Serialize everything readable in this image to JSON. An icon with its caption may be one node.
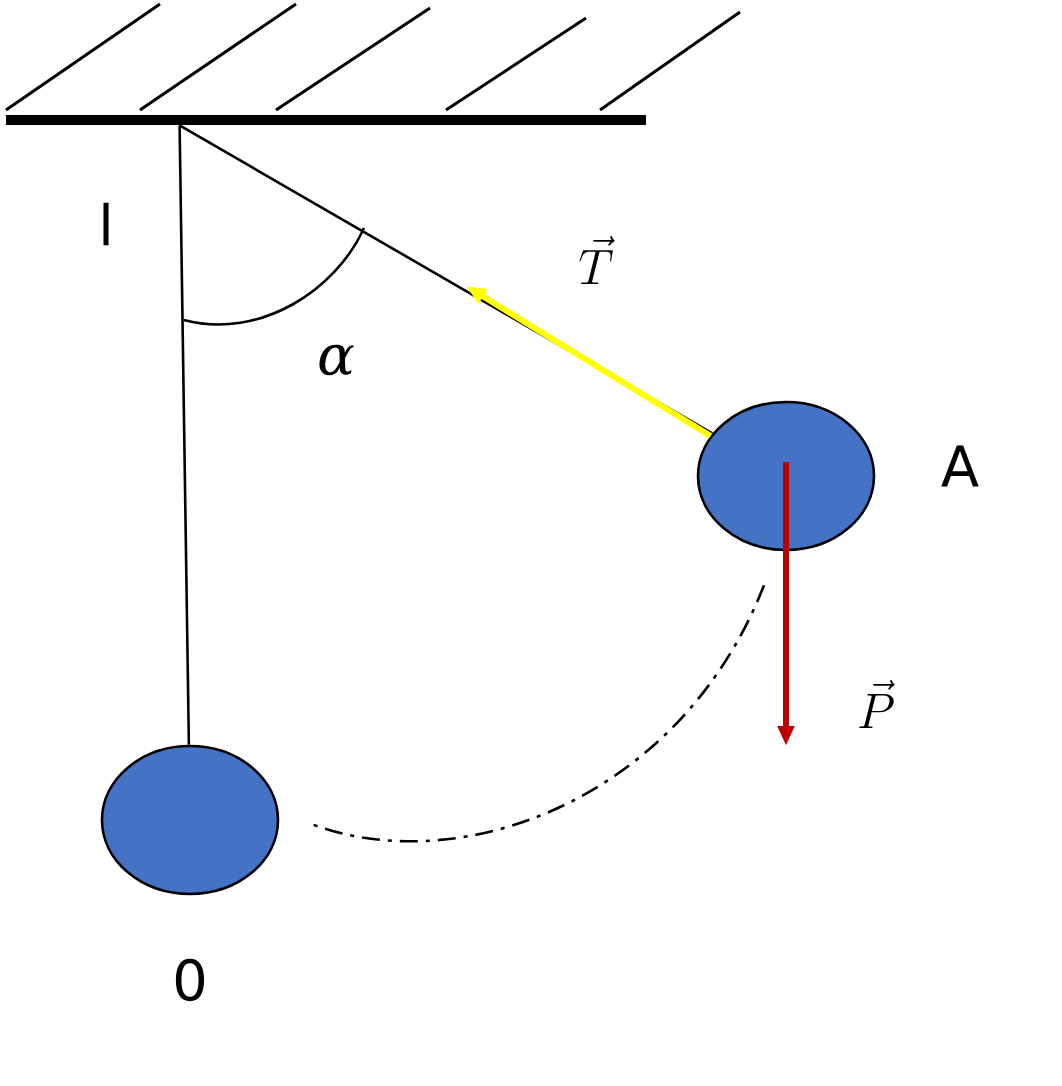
{
  "diagram": {
    "nodes": [
      {
        "text": [],
        "shape": "bar"
      },
      {
        "text": [],
        "shape": "circle",
        "beside": [
          "0"
        ]
      },
      {
        "text": [],
        "shape": "circle",
        "beside": [
          "A"
        ]
      }
    ],
    "edges": [
      {
        "from": 0,
        "to": 1,
        "arrow": "none"
      },
      {
        "from": 0,
        "to": 2,
        "arrow": "none"
      },
      {
        "from": 2,
        "to": null,
        "arrow": "to",
        "style": "thick",
        "color": "#ffff00",
        "label": "\\vec{T}"
      },
      {
        "from": 2,
        "to": null,
        "arrow": "to",
        "style": "thick",
        "color": "#c00000",
        "label": "\\vec{P}"
      },
      {
        "from": 2,
        "to": 1,
        "arrow": "none",
        "style": "dashed"
      }
    ],
    "labels": [
      "l",
      "α"
    ]
  }
}
